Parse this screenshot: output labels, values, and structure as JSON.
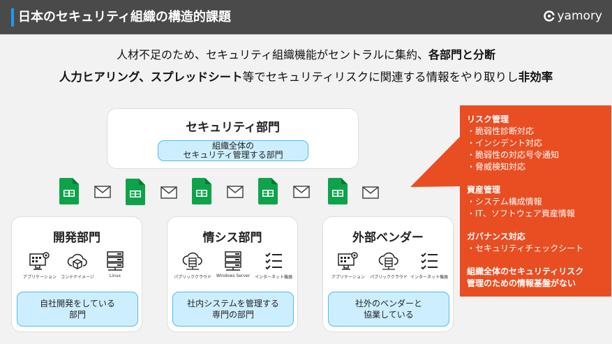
{
  "header": {
    "title": "日本のセキュリティ組織の構造的課題",
    "logo_text": "yamory"
  },
  "subtitle": {
    "line1": {
      "normal": "人材不足のため、セキュリティ組織機能がセントラルに集約、",
      "bold": "各部門と分断"
    },
    "line2": {
      "bold1": "人力ヒアリング、スプレッドシート",
      "normal": "等でセキュリティリスクに関連する情報をやり取りし",
      "bold2": "非効率"
    }
  },
  "security_dept": {
    "title": "セキュリティ部門",
    "desc1": "組織全体の",
    "desc2": "セキュリティ管理する部門"
  },
  "departments": [
    {
      "title": "開発部門",
      "icons": [
        "アプリケーション",
        "コンテナイメージ",
        "Linux"
      ],
      "desc1": "自社開発をしている",
      "desc2": "部門"
    },
    {
      "title": "情シス部門",
      "icons": [
        "パブリッククラウド",
        "Windows Server",
        "インターネット機器"
      ],
      "desc1": "社内システムを管理する",
      "desc2": "専門の部門"
    },
    {
      "title": "外部ベンダー",
      "icons": [
        "アプリケーション",
        "パブリッククラウド",
        "インターネット機器"
      ],
      "desc1": "社外のベンダーと",
      "desc2": "協業している"
    }
  ],
  "callout": {
    "groups": [
      {
        "title": "リスク管理",
        "items": [
          "・脆弱性診断対応",
          "・インシデント対応",
          "・脆弱性の対応号令通知",
          "・脅威検知対応"
        ]
      },
      {
        "title": "資産管理",
        "items": [
          "・システム構成情報",
          "・IT、ソフトウェア資産情報"
        ]
      },
      {
        "title": "ガバナンス対応",
        "items": [
          "・セキュリティチェックシート"
        ]
      }
    ],
    "footer1": "組織全体のセキュリティリスク",
    "footer2": "管理のための情報基盤がない"
  },
  "colors": {
    "header": "#4a4a4a",
    "accent": "#1e9bf0",
    "callout": "#e84e22",
    "sheets": "#0ea34a",
    "pill": "#cdeeff"
  }
}
